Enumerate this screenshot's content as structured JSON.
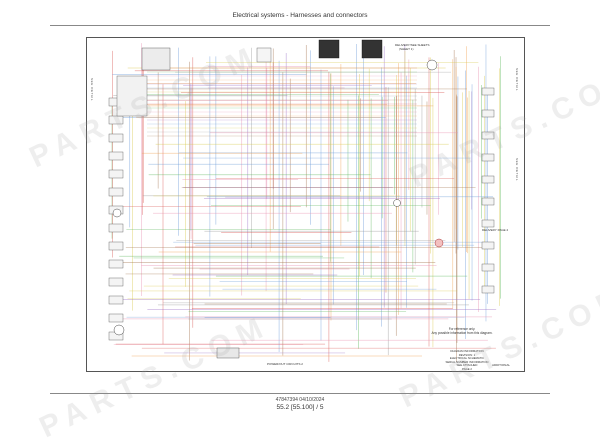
{
  "header": {
    "title": "Electrical systems - Harnesses and connectors"
  },
  "diagram": {
    "labels": {
      "top_right": "DELIVERY/SEE SHEETS",
      "top_right_sub": "(SHEET 1)",
      "mid_right": "DELIVERY PAGE 2",
      "bottom_center": "POWER/OUT CIRCUITS   2",
      "corner_tag": "ADDITIONAL"
    },
    "note": [
      "For reference only.",
      "Any possible information from this diagram."
    ],
    "infobox": [
      "DIAGRAM INFORMATION",
      "REVISION: 1",
      "ELECTRICAL SCHEMATIC",
      "SERIAL NUMBER INFORMATION",
      "SEE ATTACHED",
      "PAGE 2"
    ],
    "vertical_left": "SEE DETAIL",
    "vertical_right_top": "SEE DETAIL",
    "vertical_right_mid": "SEE DETAIL"
  },
  "footer": {
    "doc_number": "47847394 04/10/2024",
    "page": "55.2 [55.100] / 5"
  },
  "watermark": {
    "text": "PARTS.COM"
  },
  "colors": {
    "wire_red": "#d9534f",
    "wire_green": "#5cb85c",
    "wire_pink": "#e88fb0",
    "wire_orange": "#f0a050",
    "wire_purple": "#9b6fc7",
    "wire_blue": "#6b9bd8",
    "wire_yellow": "#d8c94a",
    "wire_gray": "#999999",
    "wire_brown": "#a0704a"
  }
}
